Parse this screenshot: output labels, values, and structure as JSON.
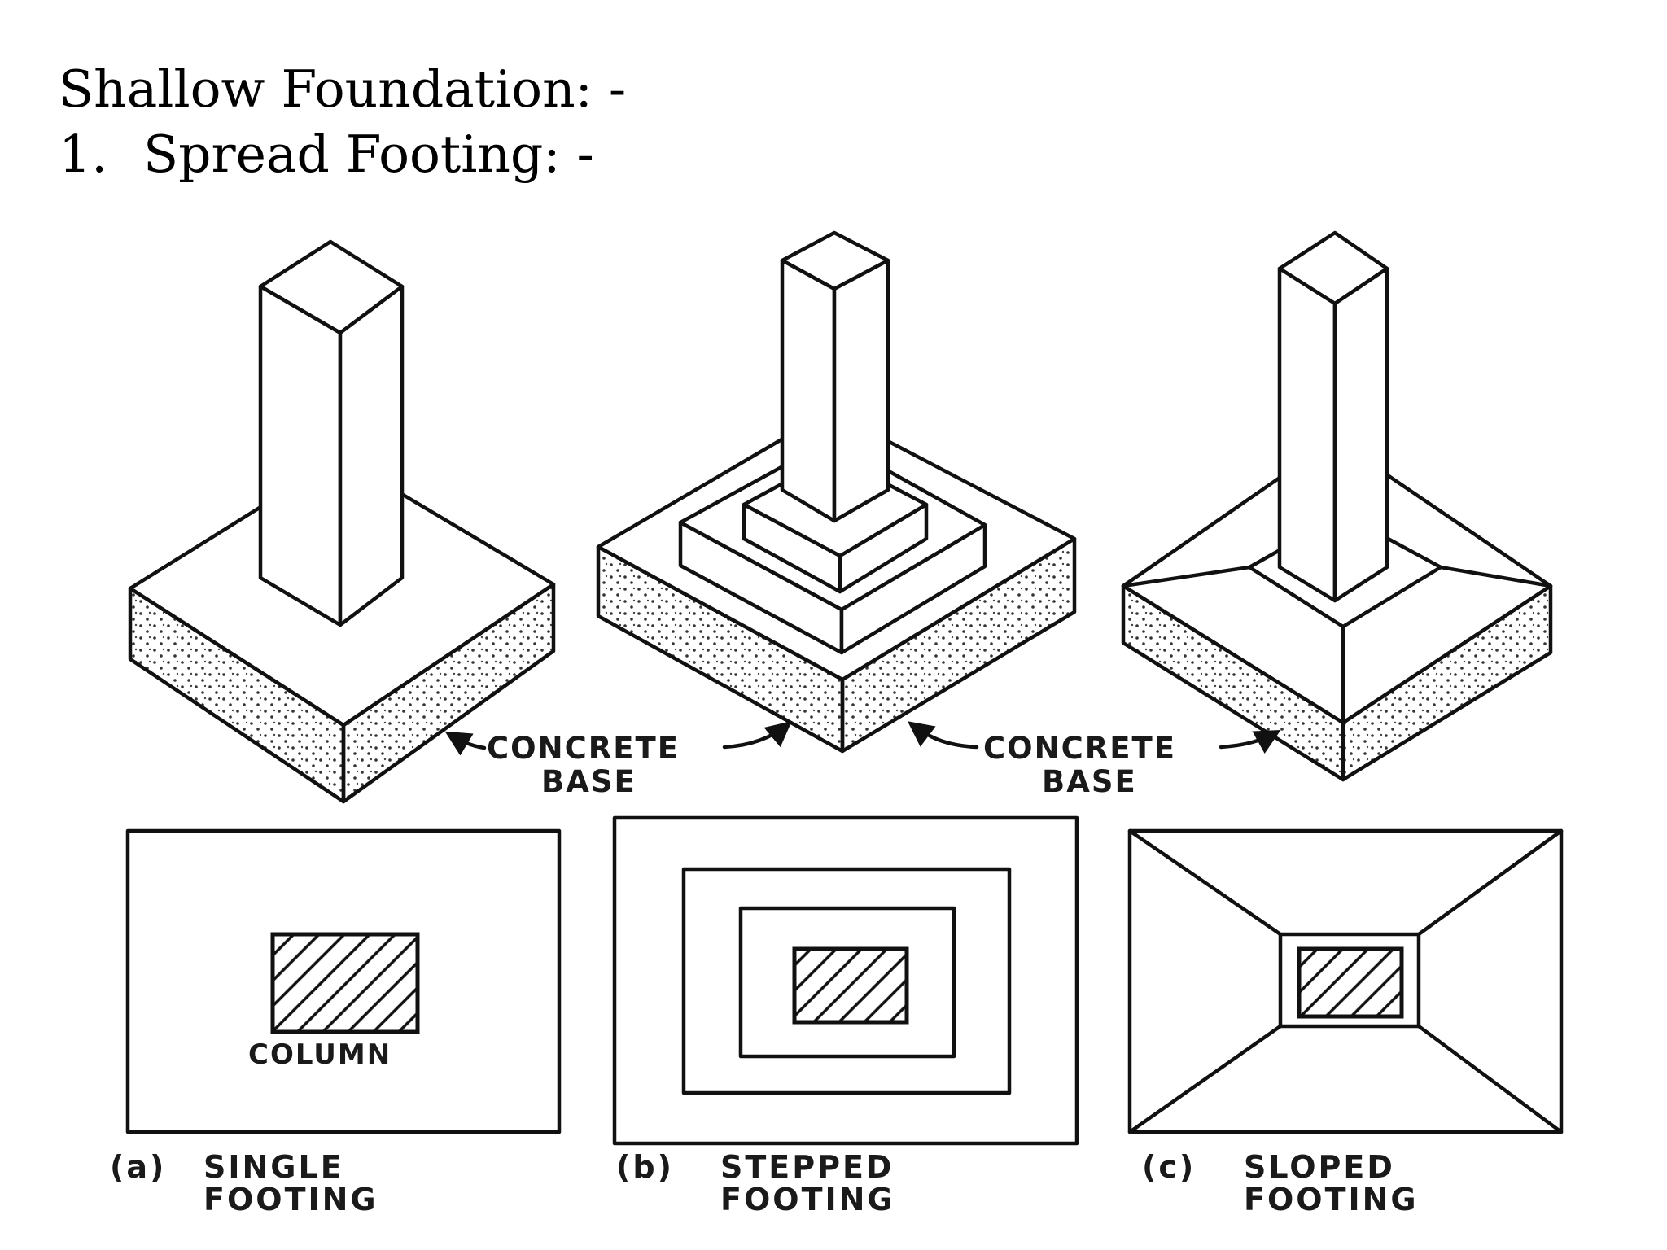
{
  "slide": {
    "title": "Shallow Foundation: -",
    "list_item_number": "1.",
    "list_item_text": "Spread Footing: -"
  },
  "diagram": {
    "concrete_label_line1": "CONCRETE",
    "concrete_label_line2": "BASE",
    "column_label": "COLUMN",
    "captions": [
      {
        "letter": "(a)",
        "line1": "SINGLE",
        "line2": "FOOTING"
      },
      {
        "letter": "(b)",
        "line1": "STEPPED",
        "line2": "FOOTING"
      },
      {
        "letter": "(c)",
        "line1": "SLOPED",
        "line2": "FOOTING"
      }
    ]
  }
}
